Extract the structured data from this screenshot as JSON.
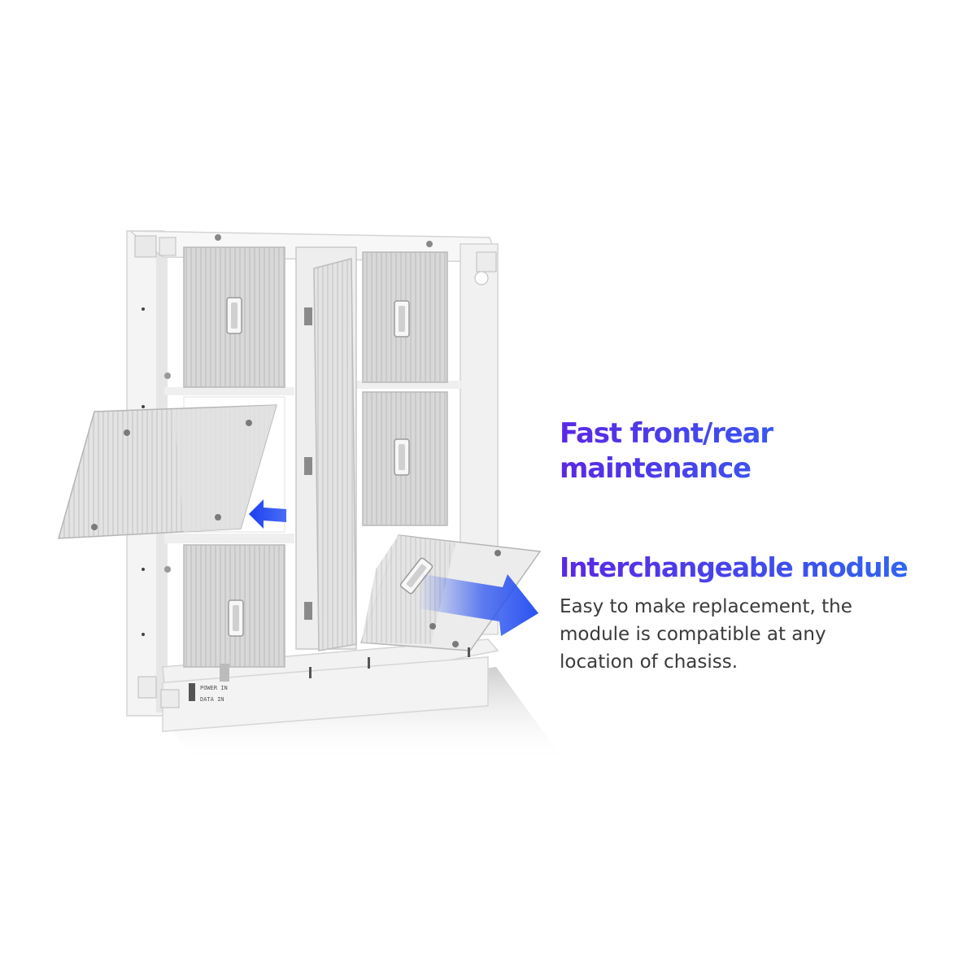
{
  "colors": {
    "heading_gradient_start": "#5b27e6",
    "heading_gradient_end": "#2b6cf2",
    "arrow_blue": "#2a52f0",
    "description_text": "#3a3a3a",
    "cabinet_white": "#f4f4f4",
    "module_grey": "#d6d6d6"
  },
  "feature_1": {
    "icon": "arrow-left-icon",
    "title_line_1": "Fast front/rear",
    "title_line_2": "maintenance"
  },
  "feature_2": {
    "icon": "arrow-right-icon",
    "title": "Interchangeable module",
    "description_line_1": "Easy to make replacement, the",
    "description_line_2": "module is compatible at any",
    "description_line_3": "location of chasiss."
  },
  "cabinet_labels": {
    "power": "POWER IN",
    "data": "DATA IN"
  }
}
